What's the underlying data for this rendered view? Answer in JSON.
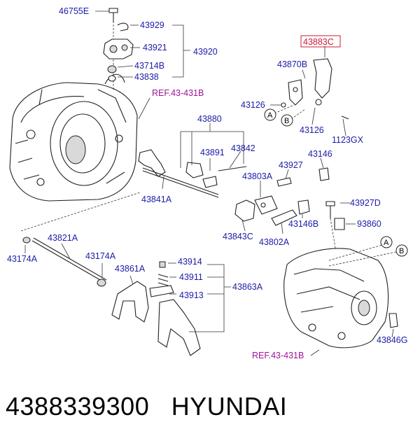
{
  "diagram": {
    "labels": {
      "p46755E": "46755E",
      "p43929": "43929",
      "p43921": "43921",
      "p43920": "43920",
      "p43714B": "43714B",
      "p43838": "43838",
      "ref_top": "REF.43-431B",
      "p43883C": "43883C",
      "p43870B": "43870B",
      "p43126a": "43126",
      "p43126b": "43126",
      "p1123GX": "1123GX",
      "circA1": "A",
      "circB1": "B",
      "p43880": "43880",
      "p43891": "43891",
      "p43842": "43842",
      "p43146": "43146",
      "p43927": "43927",
      "p43803A": "43803A",
      "p43841A": "43841A",
      "p43927D": "43927D",
      "p93860": "93860",
      "p43843C": "43843C",
      "p43146B": "43146B",
      "p43802A": "43802A",
      "p43174A_l": "43174A",
      "p43821A": "43821A",
      "p43174A_m": "43174A",
      "p43861A": "43861A",
      "p43914": "43914",
      "p43911": "43911",
      "p43913": "43913",
      "p43863A": "43863A",
      "circA2": "A",
      "circB2": "B",
      "p43846G": "43846G",
      "ref_bottom": "REF.43-431B"
    }
  },
  "footer": {
    "part_number": "4388339300",
    "brand": "HYUNDAI"
  }
}
